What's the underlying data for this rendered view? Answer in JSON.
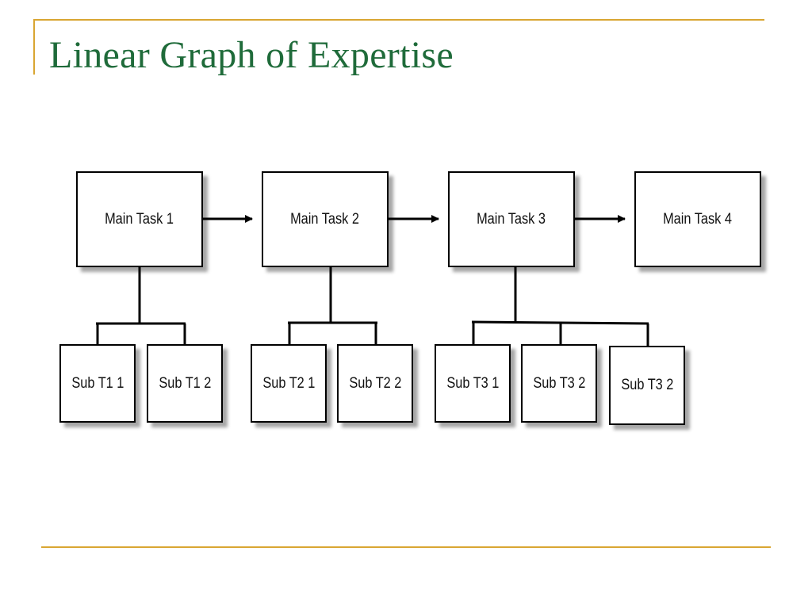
{
  "slide": {
    "title": "Linear Graph of Expertise",
    "accent_color": "#d9a632",
    "title_color": "#1f6b3a"
  },
  "diagram": {
    "main_tasks": [
      {
        "label": "Main Task 1"
      },
      {
        "label": "Main Task 2"
      },
      {
        "label": "Main Task 3"
      },
      {
        "label": "Main Task 4"
      }
    ],
    "sub_tasks": [
      {
        "label": "Sub T1 1",
        "parent": 0
      },
      {
        "label": "Sub T1 2",
        "parent": 0
      },
      {
        "label": "Sub T2 1",
        "parent": 1
      },
      {
        "label": "Sub T2 2",
        "parent": 1
      },
      {
        "label": "Sub T3 1",
        "parent": 2
      },
      {
        "label": "Sub T3 2",
        "parent": 2
      },
      {
        "label": "Sub T3 2",
        "parent": 2
      }
    ],
    "edges": [
      {
        "from": "Main Task 1",
        "to": "Main Task 2"
      },
      {
        "from": "Main Task 2",
        "to": "Main Task 3"
      },
      {
        "from": "Main Task 3",
        "to": "Main Task 4"
      }
    ]
  }
}
